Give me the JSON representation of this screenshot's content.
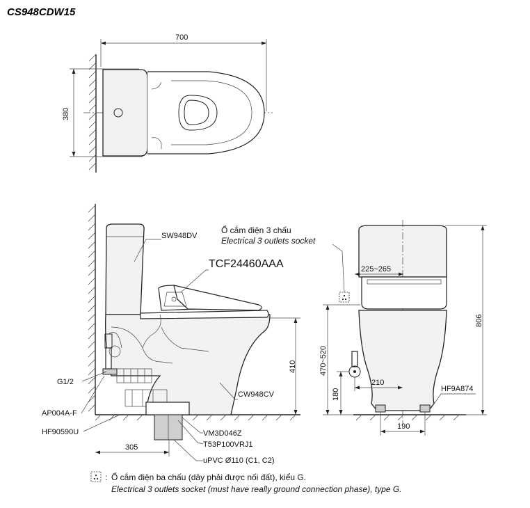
{
  "title": "CS948CDW15",
  "dimensions": {
    "top_width": "700",
    "top_depth": "380",
    "side_height_seat": "410",
    "side_distance": "305",
    "front_height": "806",
    "front_range_inlet": "470~520",
    "front_spacing": "225~265",
    "front_offset": "210",
    "front_inlet_height": "180",
    "front_base": "190"
  },
  "labels": {
    "tank": "SW948DV",
    "seat": "TCF24460AAA",
    "bowl": "CW948CV",
    "g12": "G1/2",
    "valve": "AP004A-F",
    "hose": "HF90590U",
    "flange": "VM3D046Z",
    "bolt": "T53P100VRJ1",
    "pipe": "uPVC Ø110 (C1, C2)",
    "fix": "HF9A874",
    "socket_vi": "Ổ cắm điện 3 chấu",
    "socket_en": "Electrical 3 outlets socket"
  },
  "footnote": {
    "symbol": ":",
    "vi": "Ổ cắm điện ba chấu (dây phải được nối đất), kiểu G.",
    "en": "Electrical 3 outlets socket (must have really ground connection phase), type G."
  },
  "icons": {
    "socket": "socket-icon"
  }
}
